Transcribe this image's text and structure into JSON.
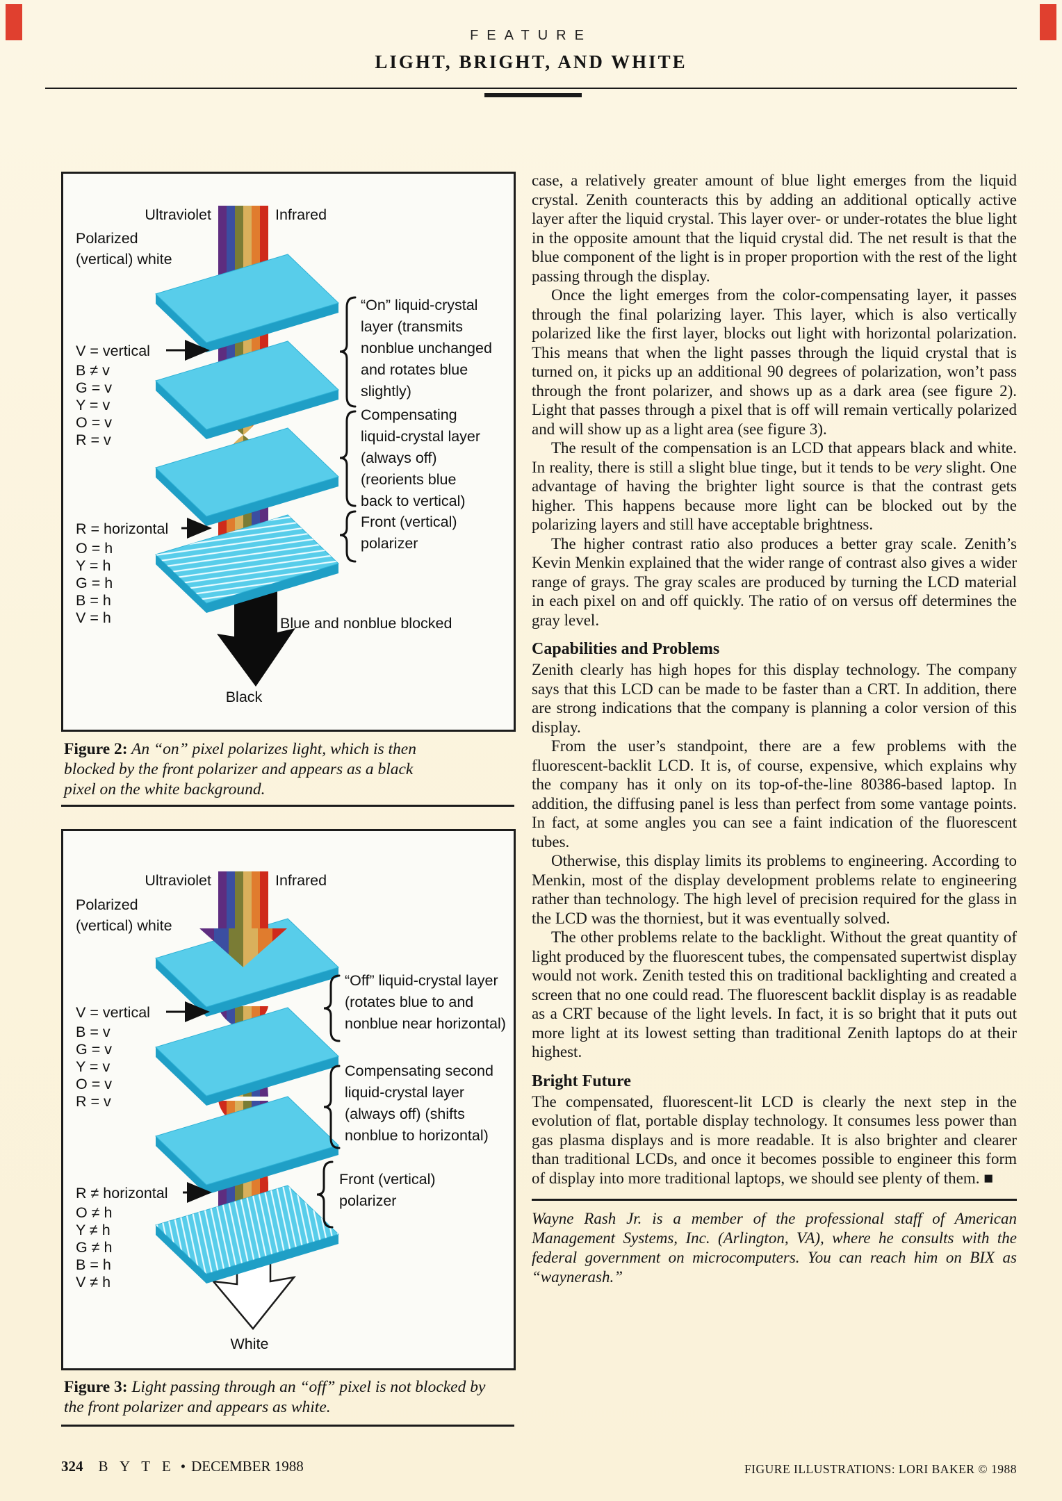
{
  "header": {
    "kicker": "FEATURE",
    "title": "LIGHT, BRIGHT, AND WHITE"
  },
  "figure2": {
    "ultraviolet": "Ultraviolet",
    "infrared": "Infrared",
    "polarized1": "Polarized",
    "polarized2": "(vertical) white",
    "v_arrow": "V = vertical",
    "left_top": [
      "B ≠ v",
      "G = v",
      "Y = v",
      "O = v",
      "R = v"
    ],
    "r_arrow": "R = horizontal",
    "left_bottom": [
      "O = h",
      "Y = h",
      "G = h",
      "B = h",
      "V = h"
    ],
    "brace1": [
      "“On” liquid-crystal",
      "layer (transmits",
      "nonblue unchanged",
      "and rotates blue",
      "slightly)"
    ],
    "brace2": [
      "Compensating",
      "liquid-crystal layer",
      "(always off)",
      "(reorients blue",
      "back to vertical)"
    ],
    "brace3": [
      "Front (vertical)",
      "polarizer"
    ],
    "blocked_label": "Blue and nonblue blocked",
    "result_label": "Black",
    "caption_label": "Figure 2:",
    "caption_text": " An “on” pixel polarizes light, which is then blocked by the front polarizer and appears as a black pixel on the white background."
  },
  "figure3": {
    "ultraviolet": "Ultraviolet",
    "infrared": "Infrared",
    "polarized1": "Polarized",
    "polarized2": "(vertical) white",
    "v_arrow": "V = vertical",
    "left_top": [
      "B = v",
      "G = v",
      "Y = v",
      "O = v",
      "R = v"
    ],
    "r_arrow": "R ≠ horizontal",
    "left_bottom": [
      "O ≠ h",
      "Y ≠ h",
      "G ≠ h",
      "B = h",
      "V ≠ h"
    ],
    "brace1": [
      "“Off” liquid-crystal layer",
      "(rotates blue to and",
      "nonblue near horizontal)"
    ],
    "brace2": [
      "Compensating second",
      "liquid-crystal layer",
      "(always off) (shifts",
      "nonblue to horizontal)"
    ],
    "brace3": [
      "Front (vertical)",
      "polarizer"
    ],
    "result_label": "White",
    "caption_label": "Figure 3:",
    "caption_text": " Light passing through an “off” pixel is not blocked by the front polarizer and appears as white."
  },
  "article": {
    "p1": "case, a relatively greater amount of blue light emerges from the liquid crystal. Zenith counteracts this by adding an additional optically active layer after the liquid crystal. This layer over- or under-rotates the blue light in the opposite amount that the liquid crystal did. The net result is that the blue component of the light is in proper proportion with the rest of the light passing through the display.",
    "p2": "Once the light emerges from the color-compensating layer, it passes through the final polarizing layer. This layer, which is also vertically polarized like the first layer, blocks out light with horizontal polarization. This means that when the light passes through the liquid crystal that is turned on, it picks up an additional 90 degrees of polarization, won’t pass through the front polarizer, and shows up as a dark area (see figure 2). Light that passes through a pixel that is off will remain vertically polarized and will show up as a light area (see figure 3).",
    "p3a": "The result of the compensation is an LCD that appears black and white. In reality, there is still a slight blue tinge, but it tends to be ",
    "p3b": "very",
    "p3c": " slight. One advantage of having the brighter light source is that the contrast gets higher. This happens because more light can be blocked out by the polarizing layers and still have acceptable brightness.",
    "p4": "The higher contrast ratio also produces a better gray scale. Zenith’s Kevin Menkin explained that the wider range of contrast also gives a wider range of grays. The gray scales are produced by turning the LCD material in each pixel on and off quickly. The ratio of on versus off determines the gray level.",
    "h1": "Capabilities and Problems",
    "p5": "Zenith clearly has high hopes for this display technology. The company says that this LCD can be made to be faster than a CRT. In addition, there are strong indications that the company is planning a color version of this display.",
    "p6": "From the user’s standpoint, there are a few problems with the fluorescent-backlit LCD. It is, of course, expensive, which explains why the company has it only on its top-of-the-line 80386-based laptop. In addition, the diffusing panel is less than perfect from some vantage points. In fact, at some angles you can see a faint indication of the fluorescent tubes.",
    "p7": "Otherwise, this display limits its problems to engineering. According to Menkin, most of the display development problems relate to engineering rather than technology. The high level of precision required for the glass in the LCD was the thorniest, but it was eventually solved.",
    "p8": "The other problems relate to the backlight. Without the great quantity of light produced by the fluorescent tubes, the compensated supertwist display would not work. Zenith tested this on traditional backlighting and created a screen that no one could read. The fluorescent backlit display is as readable as a CRT because of the light levels. In fact, it is so bright that it puts out more light at its lowest setting than traditional Zenith laptops do at their highest.",
    "h2": "Bright Future",
    "p9": "The compensated, fluorescent-lit LCD is clearly the next step in the evolution of flat, portable display technology. It consumes less power than gas plasma displays and is more readable. It is also brighter and clearer than traditional LCDs, and once it becomes possible to engineer this form of display into more traditional laptops, we should see plenty of them.  ■",
    "bio": "Wayne Rash Jr. is a member of the professional staff of American Management Systems, Inc. (Arlington, VA), where he consults with the federal government on microcomputers. You can reach him on BIX as “waynerash.”"
  },
  "footer": {
    "page_number": "324",
    "magazine": "B Y T E",
    "separator": "•",
    "issue": "DECEMBER 1988",
    "credit": "FIGURE ILLUSTRATIONS: LORI BAKER © 1988"
  },
  "colors": {
    "page_bg": "#fbf4e0",
    "figure_bg": "#fbfbf7",
    "plate_cyan": "#58cdea",
    "plate_side": "#1f9fc6",
    "rainbow": [
      "#5e2d7f",
      "#3b4ea1",
      "#7a7c35",
      "#d9b05c",
      "#e07c2e",
      "#cf2a1b"
    ],
    "black_arrow": "#0c0c0c",
    "corner_mark": "#e0402f"
  }
}
